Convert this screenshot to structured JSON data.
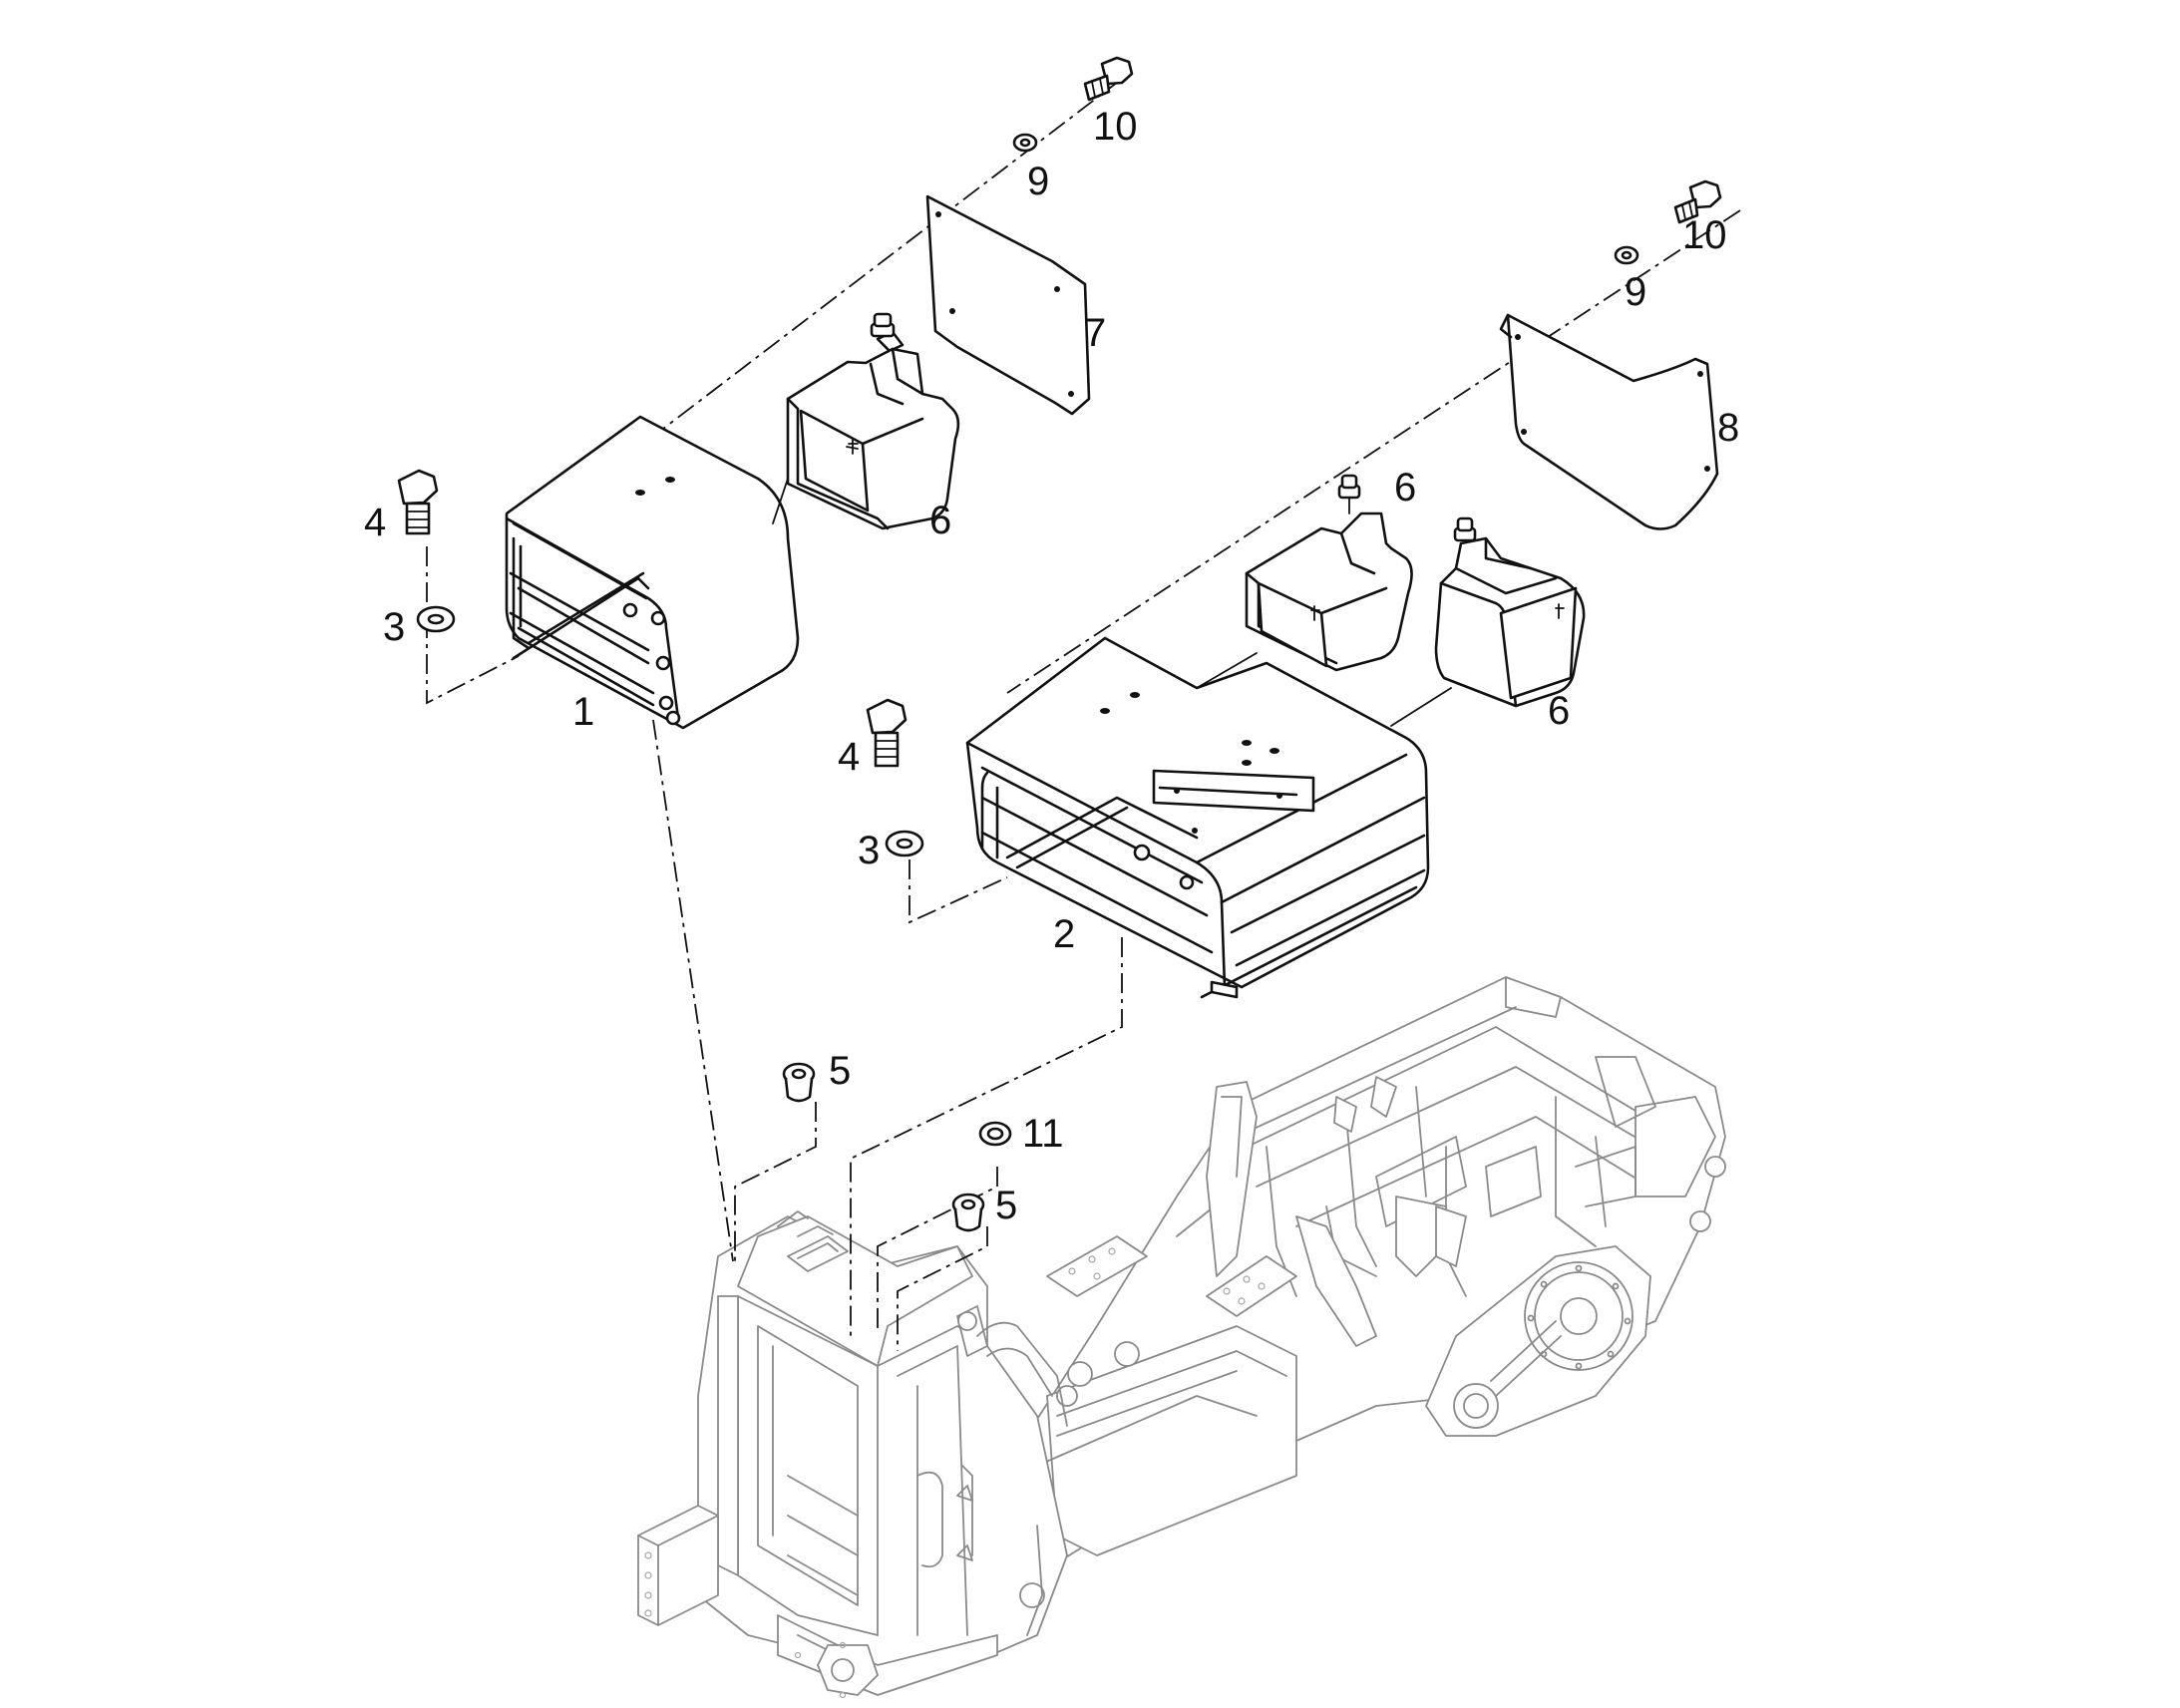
{
  "callouts": {
    "c1": "1",
    "c2": "2",
    "c3a": "3",
    "c3b": "3",
    "c4a": "4",
    "c4b": "4",
    "c5a": "5",
    "c5b": "5",
    "c6a": "6",
    "c6b": "6",
    "c6c": "6",
    "c7": "7",
    "c8": "8",
    "c9a": "9",
    "c9b": "9",
    "c10a": "10",
    "c10b": "10",
    "c11": "11"
  }
}
